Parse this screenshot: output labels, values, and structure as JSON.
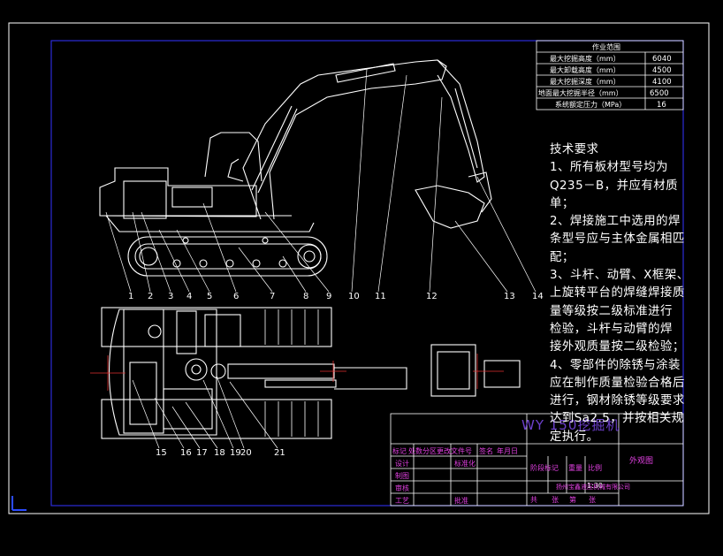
{
  "spec_table": {
    "title": "作业范围",
    "rows": [
      {
        "label": "最大挖掘高度（mm）",
        "value": "6040"
      },
      {
        "label": "最大卸载高度（mm）",
        "value": "4500"
      },
      {
        "label": "最大挖掘深度（mm）",
        "value": "4100"
      },
      {
        "label": "地面最大挖掘半径（mm）",
        "value": "6500"
      },
      {
        "label": "系统额定压力（MPa）",
        "value": "16"
      }
    ]
  },
  "requirements": {
    "heading": "技术要求",
    "lines": [
      "1、所有板材型号均为",
      "Q235－B，并应有材质",
      "单；",
      "2、焊接施工中选用的焊",
      "条型号应与主体金属相匹",
      "配；",
      "3、斗杆、动臂、X框架、",
      "上旋转平台的焊缝焊接质",
      "量等级按二级标准进行",
      "检验，斗杆与动臂的焊",
      "接外观质量按二级检验；",
      "4、零部件的除锈与涂装",
      "应在制作质量检验合格后",
      "进行，钢材除锈等级要求",
      "达到Sa2.5，并按相关规",
      "定执行。"
    ]
  },
  "watermark": "WY 150挖掘机",
  "title_block": {
    "drawing_name": "外观图",
    "revision_header": [
      "标记",
      "处数",
      "分区",
      "更改文件号",
      "签名",
      "年月日"
    ],
    "designer_label": "设计",
    "standardization_label": "标准化",
    "drafter_label": "制图",
    "checker_label": "审核",
    "process_label": "工艺",
    "approval_label": "批准",
    "stage_header": [
      "阶段标记",
      "重量",
      "比例"
    ],
    "scale": "1:30",
    "company": "扬州宝鑫液压机械有限公司",
    "sheet_info": [
      "共",
      "张",
      "第",
      "张"
    ]
  },
  "part_numbers_top": [
    "1",
    "2",
    "3",
    "4",
    "5",
    "6",
    "7",
    "8",
    "9",
    "10",
    "11",
    "12",
    "13",
    "14"
  ],
  "part_numbers_bottom": [
    "15",
    "16",
    "17",
    "18",
    "19",
    "20",
    "21"
  ],
  "colors": {
    "background": "#000000",
    "lines": "#ffffff",
    "frame": "#2b2bd9",
    "text_magenta": "#e040e0",
    "watermark": "#6b3fc9",
    "crosshair": "#e03030"
  }
}
